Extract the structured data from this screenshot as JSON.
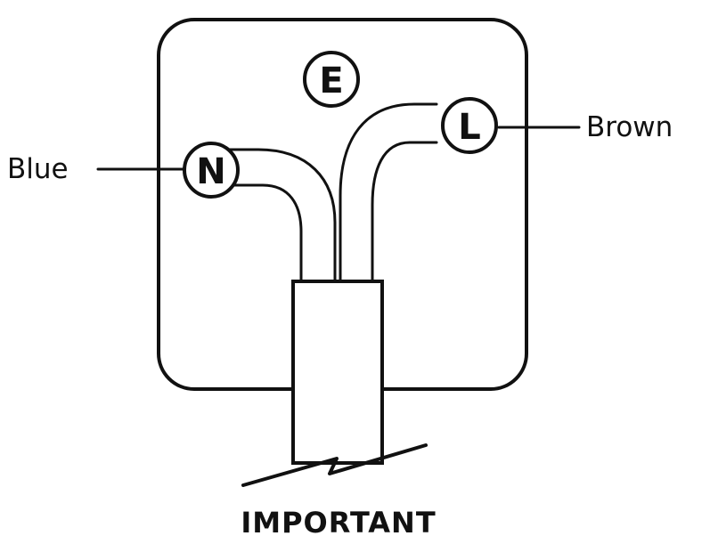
{
  "terminals": {
    "earth": "E",
    "neutral": "N",
    "live": "L"
  },
  "labels": {
    "neutral_wire": "Blue",
    "live_wire": "Brown"
  },
  "caption": "IMPORTANT"
}
